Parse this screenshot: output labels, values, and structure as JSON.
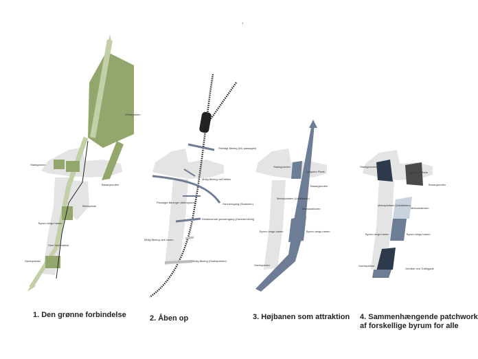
{
  "page_marker": "1",
  "panels": [
    {
      "caption": "1. Den grønne forbindelse",
      "labels": [
        "Vinterparken",
        "Stadsgraven",
        "Basargrunden",
        "Metroplads",
        "Byrum langs banen",
        "Stort Verbindelse",
        "Gørrisparken"
      ]
    },
    {
      "caption": "2. Åben op",
      "labels": [
        "Planlagt åbning (NV passagen)",
        "Mulig åbning ved fælles",
        "Planlagte åbninger (Metroplads)",
        "Gennemgang (Stationen)",
        "Eksisterende gennemgang (Gørrisbrinkvej)",
        "Mulig åbning ved banen",
        "Mulig åbning (Gørrisparken)"
      ]
    },
    {
      "caption": "3. Højbanen som attraktion",
      "labels": [
        "Stadsgrunden",
        "Lyngsies Plads",
        "Basargrunden",
        "Metropladsen (Udvidelsen)",
        "Metrostationen",
        "Byrum langs banen",
        "Byrum langs banen",
        "Gørrisparken"
      ]
    },
    {
      "caption_lines": [
        "4. Sammenhængende patchwork",
        "af forskellige byrum for alle"
      ],
      "labels": [
        "Stadsgrunden",
        "Lyngsies Plads",
        "Basargrunden",
        "Metropladsen (Udvidelsen)",
        "Metrostationen",
        "Byrum langs banen",
        "Byrum langs banen",
        "Gørrisparken",
        "Område ved Trafikgade"
      ]
    }
  ],
  "colors": {
    "urban_grey": "#e4e4e4",
    "green": "#93a66b",
    "green_light": "#c3cfa7",
    "rail": "#222222",
    "blue_grey": "#6c7d95",
    "dark_navy": "#2d3a4c",
    "dark_grey": "#4a4a4a"
  }
}
